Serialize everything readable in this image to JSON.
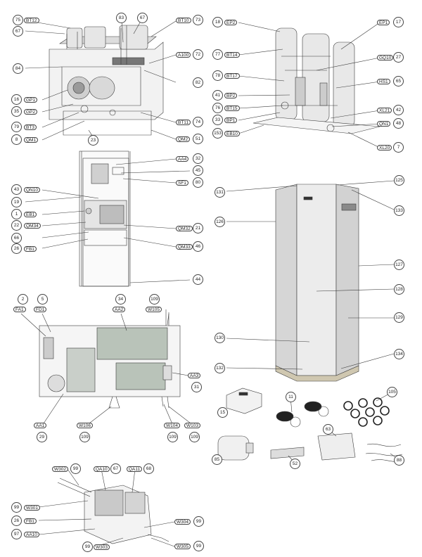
{
  "callouts": {
    "c75": "75",
    "bt12": "BT12",
    "c67a": "67",
    "c83": "83",
    "c67b": "67",
    "bt10": "BT10",
    "c73": "73",
    "c84": "84",
    "a100": "A100",
    "c72": "72",
    "c82": "82",
    "c16": "16",
    "gp1": "GP1",
    "c35": "35",
    "gp2": "GP2",
    "c79": "79",
    "bt3": "BT3",
    "c8": "8",
    "qm1": "QM1",
    "c23": "23",
    "bt11": "BT11",
    "c74": "74",
    "qm2": "QM2",
    "c51": "51",
    "c18": "18",
    "ep2": "EP2",
    "ep1": "EP1",
    "c17": "17",
    "c77": "77",
    "bt14": "BT14",
    "gq10": "GQ10",
    "c27": "27",
    "c78": "78",
    "bt17": "BT17",
    "hs1": "HS1",
    "c65": "65",
    "c41": "41",
    "bp2": "BP2",
    "c76": "76",
    "bt15": "BT15",
    "xl21": "XL21",
    "c42": "42",
    "c33": "33",
    "bp1": "BP1",
    "qn1": "QN1",
    "c48": "48",
    "c153": "153",
    "eb10": "EB10",
    "xl20": "XL20",
    "c7": "7",
    "aa4": "AA4",
    "c32": "32",
    "c45": "45",
    "sf1": "SF1",
    "c80": "80",
    "c43": "43",
    "qn10": "QN10",
    "c19": "19",
    "c1": "1",
    "eb1": "EB1",
    "c22": "22",
    "qm34": "QM34",
    "c66": "66",
    "c26a": "26",
    "fb1a": "FB1",
    "qm32": "QM32",
    "c21": "21",
    "qm33": "QM33",
    "c46": "46",
    "c44": "44",
    "c131": "131",
    "c125": "125",
    "c133": "133",
    "c126": "126",
    "c127": "127",
    "c128": "128",
    "c129": "129",
    "c130": "130",
    "c132": "132",
    "c134": "134",
    "c2": "2",
    "c5": "5",
    "fa1": "FA1",
    "fd1": "FD1",
    "c34": "34",
    "aa2": "AA2",
    "c109a": "109",
    "w105": "W105",
    "aa3": "AA3",
    "c31": "31",
    "aa1": "AA1",
    "c29": "29",
    "w106": "W106",
    "c109b": "109",
    "w104": "W104",
    "c109c": "109",
    "w103": "W103",
    "c109d": "109",
    "c15": "15",
    "c11": "11",
    "c105": "105",
    "c63": "63",
    "c85": "85",
    "c52": "52",
    "c88": "88",
    "w302": "W302",
    "c99a": "99",
    "qa10": "QA10",
    "c67c": "67",
    "qa11": "QA11",
    "c68": "68",
    "c99b": "99",
    "w301": "W301",
    "c26b": "26",
    "fb1b": "FB1",
    "c97": "97",
    "aa10": "AA10",
    "w304": "W304",
    "c99c": "99",
    "c99d": "99",
    "w303": "W303",
    "w305": "W305",
    "c99e": "99"
  },
  "colors": {
    "line": "#3a3a3a",
    "panel": "#bfbfbf",
    "panel_dark": "#8a8a8a",
    "board": "#9ba79b"
  }
}
